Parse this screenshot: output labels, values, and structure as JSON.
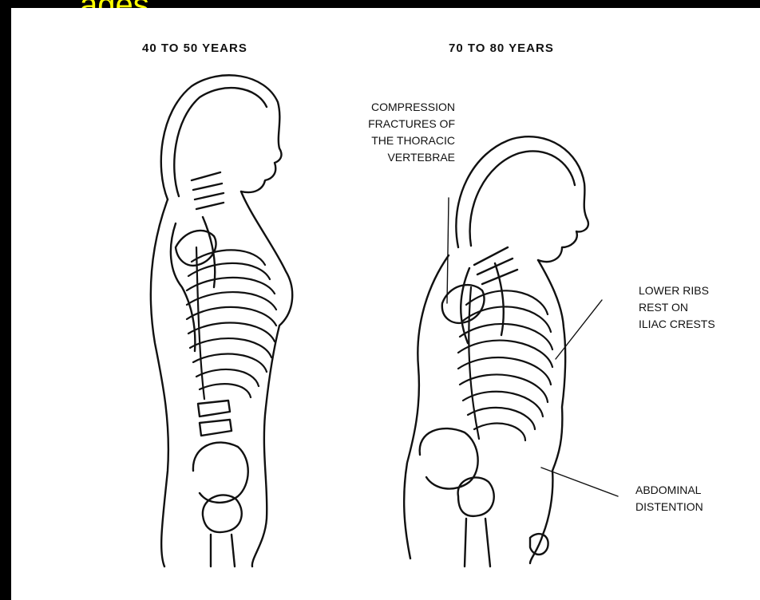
{
  "heading": "ages",
  "colors": {
    "background": "#000000",
    "panel": "#ffffff",
    "heading": "#ffff00",
    "ink": "#111111"
  },
  "figures": [
    {
      "age_label": "40 TO 50 YEARS"
    },
    {
      "age_label": "70 TO 80 YEARS"
    }
  ],
  "annotations": {
    "compression": [
      "COMPRESSION",
      "FRACTURES OF",
      "THE THORACIC",
      "VERTEBRAE"
    ],
    "lower_ribs": [
      "LOWER RIBS",
      "REST ON",
      "ILIAC CRESTS"
    ],
    "abdominal": [
      "ABDOMINAL",
      "DISTENTION"
    ]
  }
}
